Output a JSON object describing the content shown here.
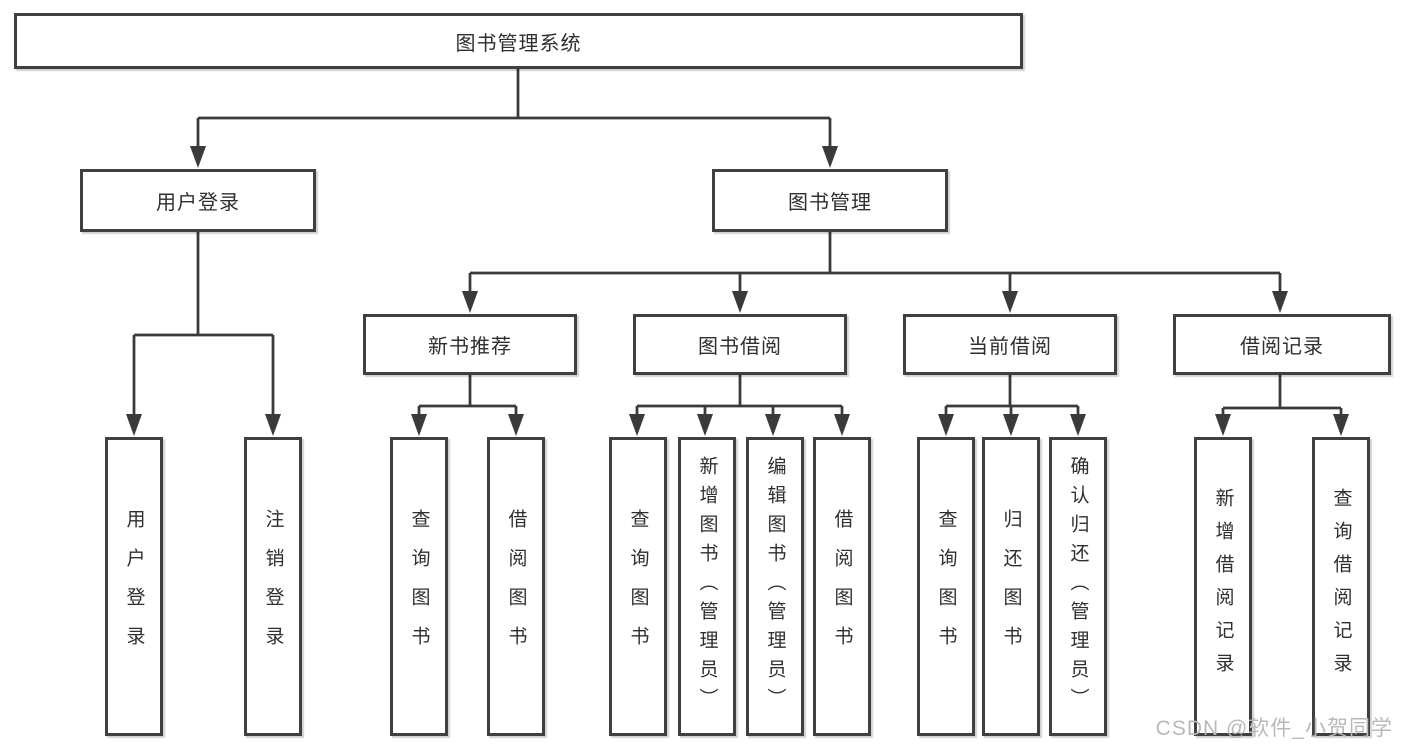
{
  "diagram": {
    "root_label": "图书管理系统",
    "branch_user": {
      "label": "用户登录",
      "leaves": [
        "用户登录",
        "注销登录"
      ]
    },
    "branch_book": {
      "label": "图书管理",
      "sections": [
        {
          "label": "新书推荐",
          "leaves": [
            "查询图书",
            "借阅图书"
          ]
        },
        {
          "label": "图书借阅",
          "leaves": [
            "查询图书",
            "新增图书（管理员）",
            "编辑图书（管理员）",
            "借阅图书"
          ]
        },
        {
          "label": "当前借阅",
          "leaves": [
            "查询图书",
            "归还图书",
            "确认归还（管理员）"
          ]
        },
        {
          "label": "借阅记录",
          "leaves": [
            "新增借阅记录",
            "查询借阅记录"
          ]
        }
      ]
    }
  },
  "watermark": "CSDN @软件_小贺同学",
  "colors": {
    "line": "#3a3a3a",
    "border": "#404040",
    "text": "#2f2f2f",
    "watermark": "#b9b9b9"
  }
}
